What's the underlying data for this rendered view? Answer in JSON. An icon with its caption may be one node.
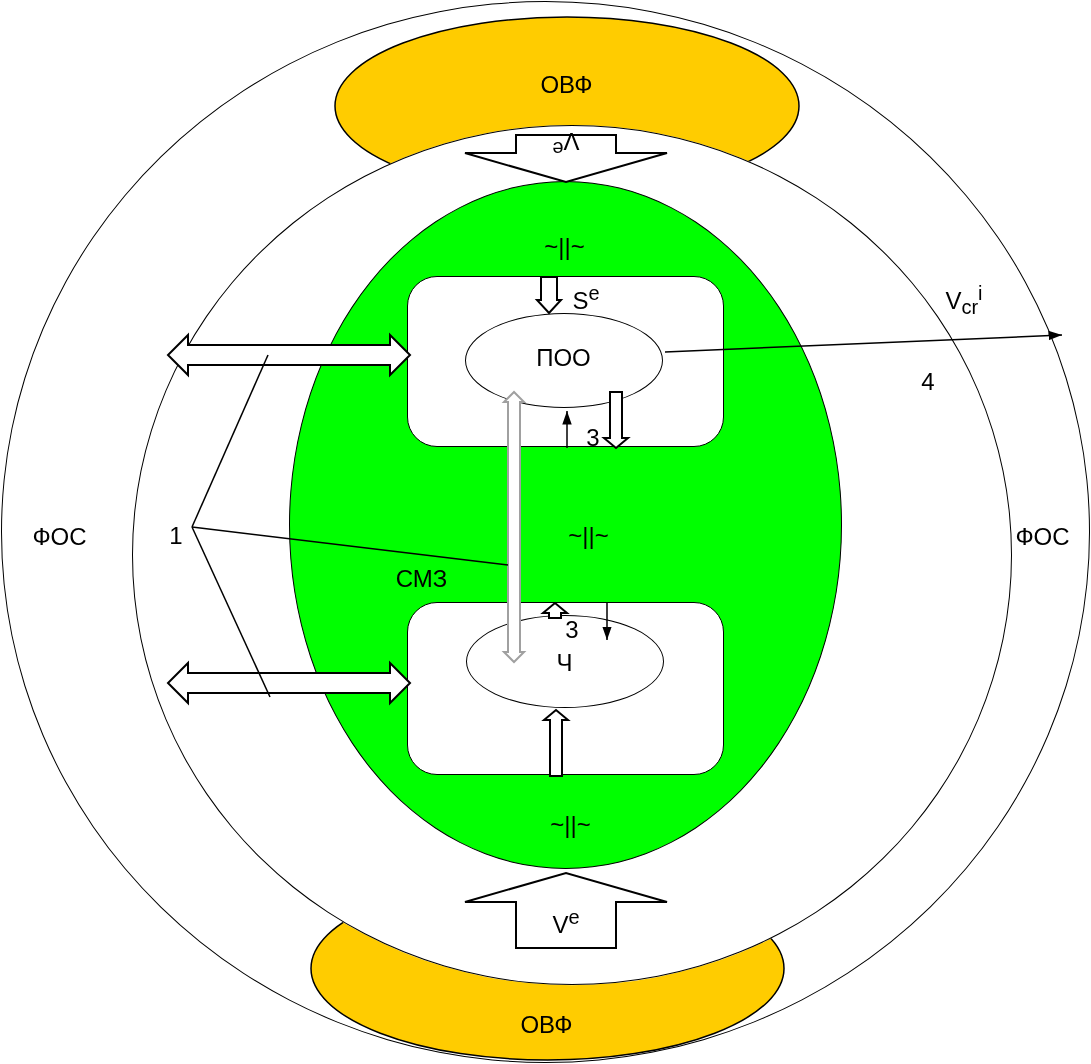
{
  "diagram": {
    "nodes": [
      {
        "text": [
          "ФОС",
          "ФОС"
        ]
      },
      {
        "text": [
          "ОВФ"
        ],
        "in": 0
      },
      {
        "text": [
          "ОВФ"
        ],
        "in": 0
      },
      {
        "text": [],
        "shape": "circle",
        "in": 0
      },
      {
        "text": [
          "~||~",
          "~||~",
          "СМЗ",
          "~||~"
        ],
        "in": 3
      },
      {
        "text": [],
        "shape": "box",
        "in": 4
      },
      {
        "text": [
          "ПОО"
        ],
        "in": 5
      },
      {
        "text": [],
        "shape": "box",
        "in": 4
      },
      {
        "text": [
          "Ч"
        ],
        "in": 7
      },
      {
        "text": [
          "1"
        ],
        "in": 3
      }
    ],
    "edges": [
      {
        "from": 1,
        "to": 4,
        "arrow": "to",
        "style": "thick",
        "label": "V$^{e}$"
      },
      {
        "from": 2,
        "to": 4,
        "arrow": "to",
        "style": "thick",
        "label": "V$^{e}$"
      },
      {
        "from": 4,
        "to": 6,
        "arrow": "to",
        "style": "thick",
        "label": "S$^{e}$"
      },
      {
        "from": 5,
        "to": 6,
        "arrow": "to"
      },
      {
        "from": 6,
        "to": 5,
        "arrow": "to",
        "style": "thick"
      },
      {
        "from": 8,
        "to": 7,
        "arrow": "to",
        "style": "thick"
      },
      {
        "from": 7,
        "to": 8,
        "arrow": "to"
      },
      {
        "from": 7,
        "to": 8,
        "arrow": "to",
        "style": "thick"
      },
      {
        "from": 6,
        "to": 8,
        "arrow": "both",
        "style": "thick",
        "color": "#a0a0a0"
      },
      {
        "from": 3,
        "to": 5,
        "arrow": "both",
        "style": "thick"
      },
      {
        "from": 3,
        "to": 7,
        "arrow": "both",
        "style": "thick"
      },
      {
        "from": 6,
        "to": 0,
        "arrow": "to",
        "label": "V$_{cr}$$^{i}$"
      },
      {
        "from": 9,
        "to": null,
        "arrow": "none"
      },
      {
        "from": 9,
        "to": null,
        "arrow": "none"
      },
      {
        "from": 9,
        "to": null,
        "arrow": "none"
      }
    ],
    "labels": [
      "4",
      "3",
      "3"
    ]
  }
}
